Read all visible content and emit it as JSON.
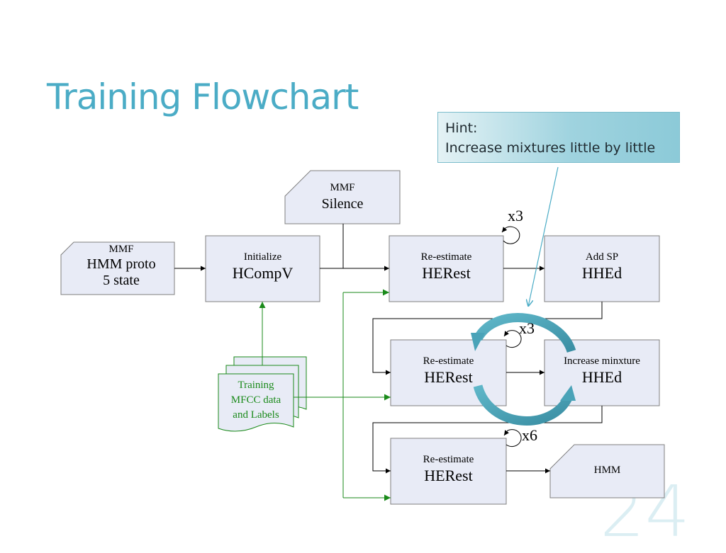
{
  "slide": {
    "title": "Training Flowchart",
    "number": "24"
  },
  "hint": {
    "line1": "Hint:",
    "line2": "Increase mixtures little by little"
  },
  "nodes": {
    "hmm_proto": {
      "line1": "MMF",
      "line2": "HMM proto",
      "line3": "5 state"
    },
    "silence": {
      "line1": "MMF",
      "line2": "Silence"
    },
    "hcompv": {
      "line1": "Initialize",
      "line2": "HCompV"
    },
    "herest1": {
      "line1": "Re-estimate",
      "line2": "HERest"
    },
    "add_sp": {
      "line1": "Add SP",
      "line2": "HHEd"
    },
    "herest2": {
      "line1": "Re-estimate",
      "line2": "HERest"
    },
    "inc_mix": {
      "line1": "Increase minxture",
      "line2": "HHEd"
    },
    "herest3": {
      "line1": "Re-estimate",
      "line2": "HERest"
    },
    "hmm_out": {
      "line1": "HMM"
    },
    "training": {
      "line1": "Training",
      "line2": "MFCC data",
      "line3": "and Labels"
    }
  },
  "loops": {
    "herest1": "x3",
    "herest2": "x3",
    "herest3": "x6"
  },
  "colors": {
    "title": "#4bacc6",
    "box_fill": "#e8ebf6",
    "training": "#1a8a1a",
    "cycle_arrow": "#4aa3b8"
  }
}
